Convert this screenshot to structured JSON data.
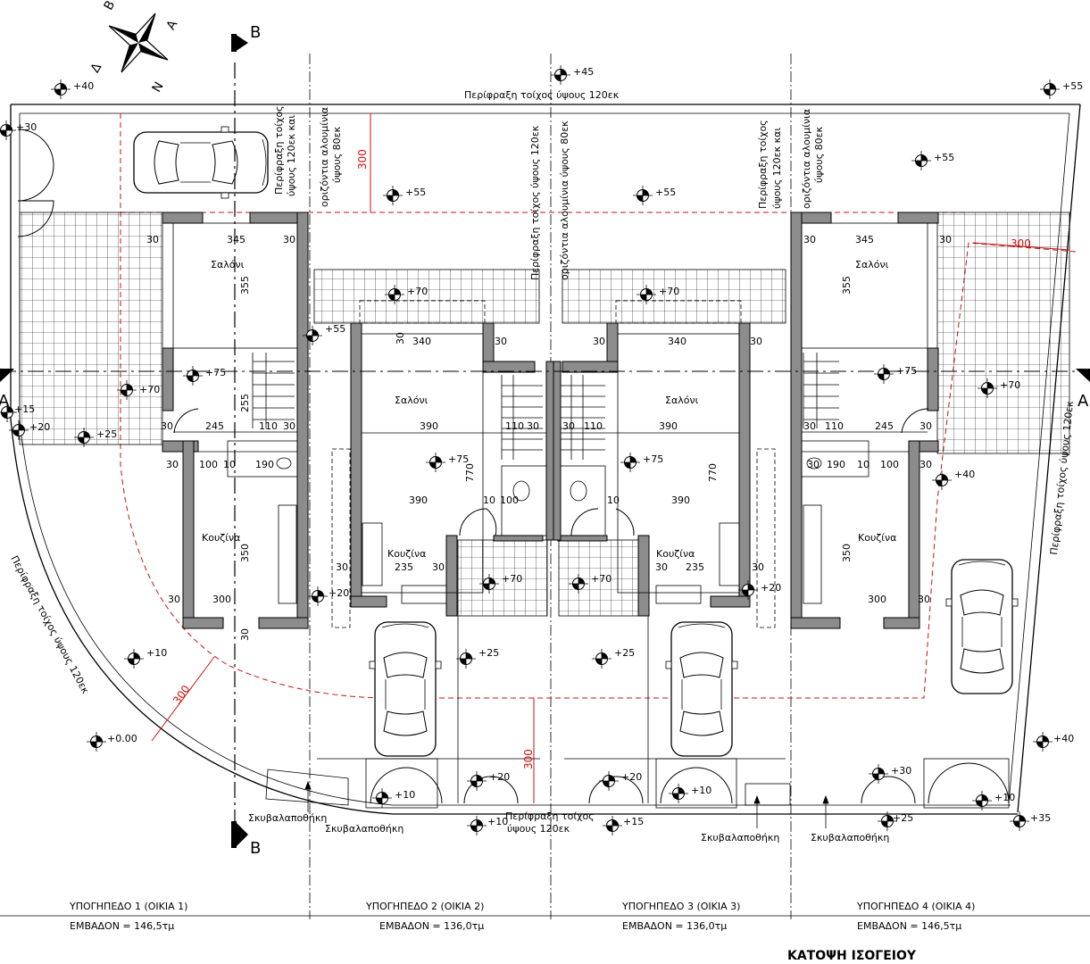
{
  "drawing_title": "ΚΑΤΟΨΗ ΙΣΟΓΕΙΟΥ",
  "compass": {
    "letters": [
      "Β",
      "Α",
      "Ν",
      "Δ"
    ]
  },
  "section_markers": {
    "bb": "B",
    "aa": "A"
  },
  "boundary_labels": {
    "top_fence": "Περίφραξη τοίχος ύψους 120εκ",
    "left_curved_fence": "Περίφραξη τοίχος ύψους 120εκ",
    "right_fence": "Περίφραξη τοίχος ύψους 120εκ",
    "bottom_fence_line1": "Περίφραξη τοίχος",
    "bottom_fence_line2": "ύψους 120εκ"
  },
  "vertical_notes": {
    "fence_h1_a": "Περίφραξη τοίχος",
    "fence_h1_b": "ύψους 120εκ και",
    "rail_h1": "οριζόντια αλουμίνια",
    "rail_h1_b": "ύψους 80εκ",
    "fence_h23": "Περίφραξη τοίχος ύψους 120εκ",
    "rail_h23": "οριζόντια αλουμίνια ύψους 80εκ",
    "fence_h4_a": "Περίφραξη τοίχος",
    "fence_h4_b": "ύψους 120εκ και",
    "rail_h4": "οριζόντια αλουμίνια",
    "rail_h4_b": "ύψους 80εκ"
  },
  "rooms": {
    "saloni": "Σαλόνι",
    "kouzina": "Κουζίνα",
    "bin": "Σκυβαλαποθήκη"
  },
  "levels": {
    "p40_tl": "+40",
    "p30_l": "+30",
    "p45_t": "+45",
    "p55_tr": "+55",
    "p55_h2": "+55",
    "p55_h3": "+55",
    "p55_h4": "+55",
    "p70_h2": "+70",
    "p70_h3": "+70",
    "p55_side": "+55",
    "p75_h1": "+75",
    "p70_h1": "+70",
    "p15_l": "+15",
    "p20_l": "+20",
    "p25_l": "+25",
    "p75_h2": "+75",
    "p75_h3": "+75",
    "p75_h4": "+75",
    "p70_h4": "+70",
    "p40_h4": "+40",
    "p70_k2": "+70",
    "p70_k3": "+70",
    "p20_h1": "+20",
    "p20_h4": "+20",
    "p10_l": "+10",
    "p25_d2": "+25",
    "p25_d3": "+25",
    "p000": "+0.00",
    "p40_br": "+40",
    "p10_a": "+10",
    "p20_b": "+20",
    "p10_c": "+10",
    "p20_d": "+20",
    "p10_e": "+10",
    "p15_f": "+15",
    "p30_g": "+30",
    "p25_h": "+25",
    "p10_i": "+10",
    "p35_j": "+35"
  },
  "dimensions": {
    "d30": "30",
    "d345": "345",
    "d355": "355",
    "d255": "255",
    "d245": "245",
    "d110": "110",
    "d100": "100",
    "d10": "10",
    "d190": "190",
    "d350": "350",
    "d300": "300",
    "d340": "340",
    "d390": "390",
    "d770": "770",
    "d235": "235",
    "red300": "300"
  },
  "units": [
    {
      "name": "ΥΠΟΓΗΠΕΔΟ 1 (ΟΙΚΙΑ 1)",
      "area": "ΕΜΒΑΔΟΝ = 146,5τμ"
    },
    {
      "name": "ΥΠΟΓΗΠΕΔΟ 2 (ΟΙΚΙΑ 2)",
      "area": "ΕΜΒΑΔΟΝ = 136,0τμ"
    },
    {
      "name": "ΥΠΟΓΗΠΕΔΟ 3 (ΟΙΚΙΑ 3)",
      "area": "ΕΜΒΑΔΟΝ = 136,0τμ"
    },
    {
      "name": "ΥΠΟΓΗΠΕΔΟ 4 (ΟΙΚΙΑ 4)",
      "area": "ΕΜΒΑΔΟΝ = 146,5τμ"
    }
  ],
  "colors": {
    "line": "#000000",
    "wall": "#8c8c8c",
    "setback": "#cc1111"
  }
}
